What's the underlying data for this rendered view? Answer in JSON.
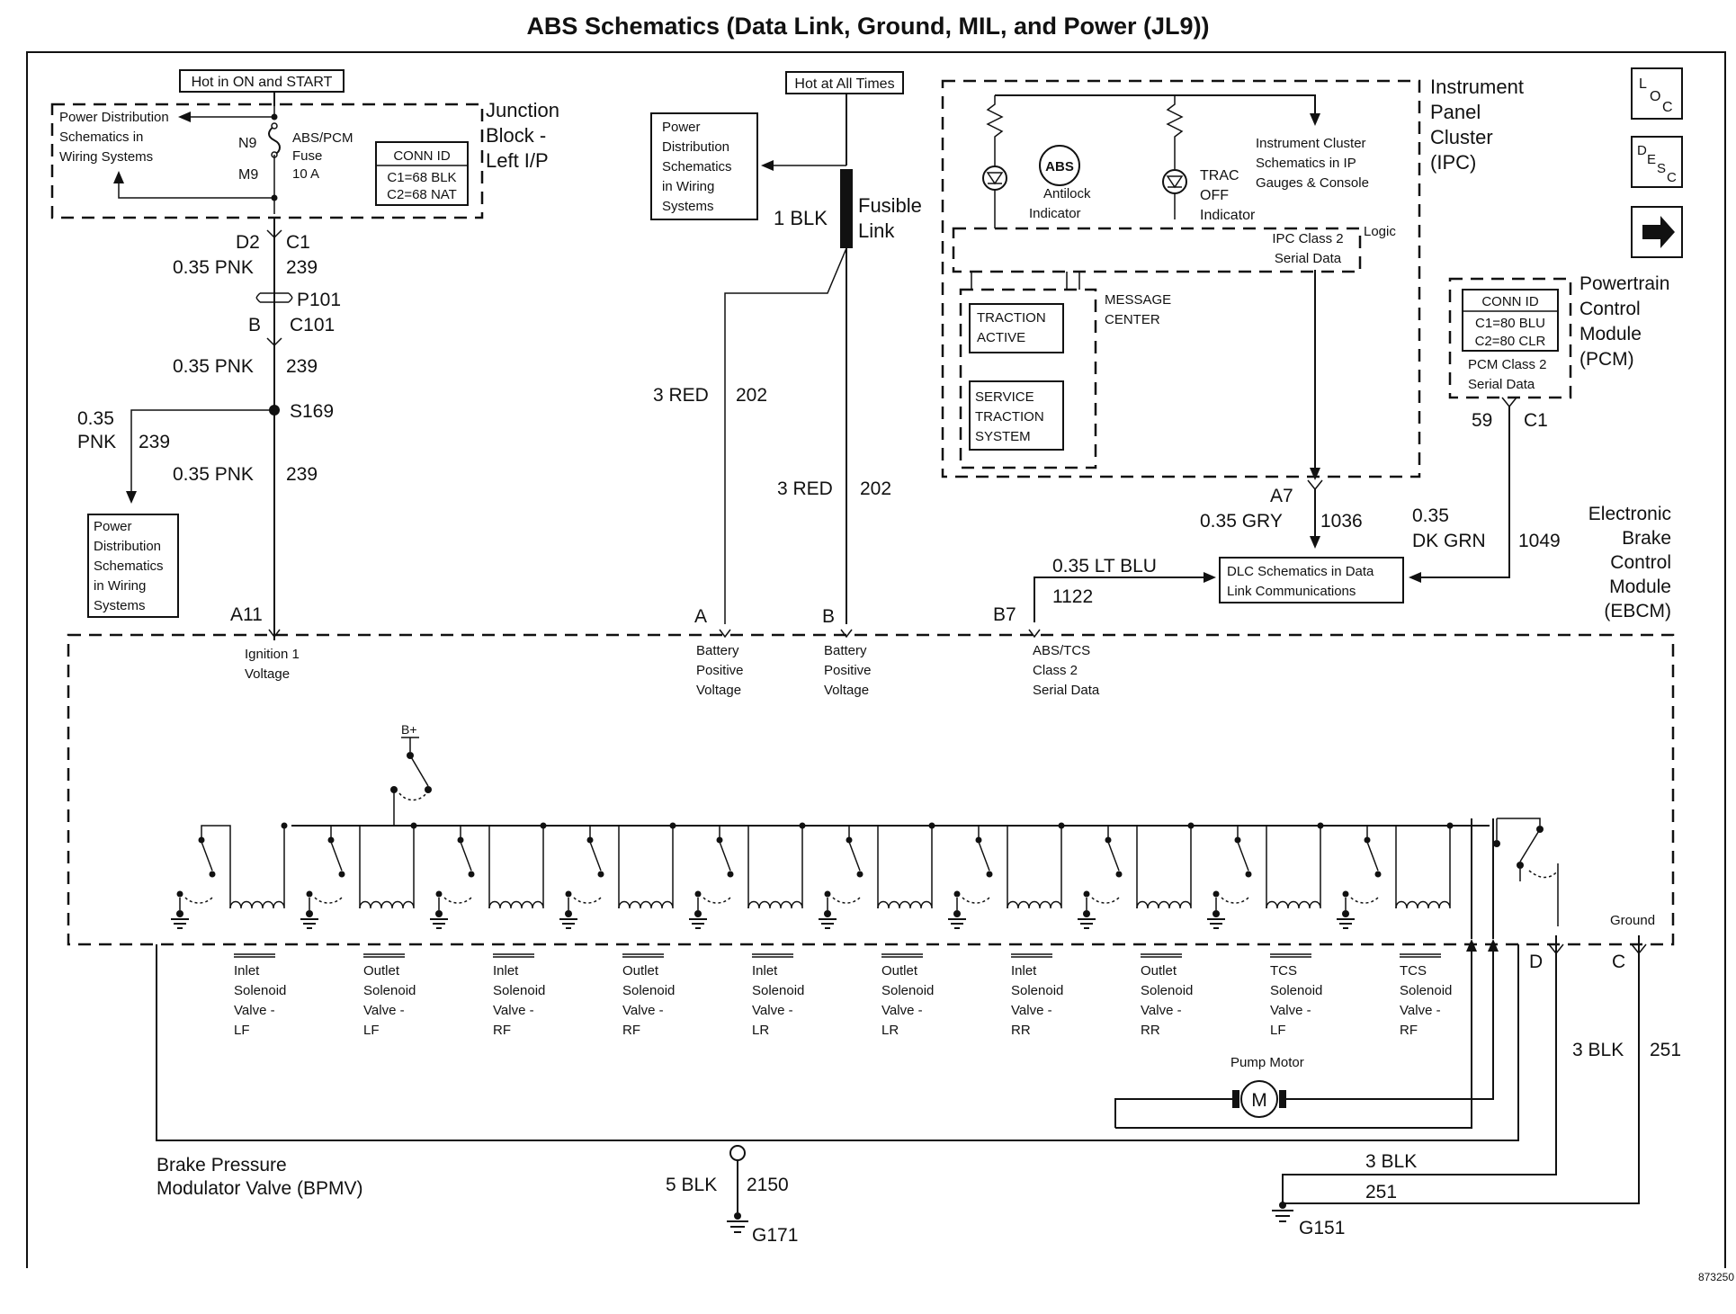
{
  "title": "ABS Schematics (Data Link, Ground, MIL, and Power (JL9))",
  "nav": {
    "loc": "LOC",
    "desc": "DESC",
    "next_icon": "arrow-right-icon"
  },
  "junction_block": {
    "hot_label": "Hot in ON and START",
    "name_line1": "Junction",
    "name_line2": "Block -",
    "name_line3": "Left I/P",
    "pd_line1": "Power Distribution",
    "pd_line2": "Schematics in",
    "pd_line3": "Wiring Systems",
    "pin_n9": "N9",
    "pin_m9": "M9",
    "fuse_line1": "ABS/PCM",
    "fuse_line2": "Fuse",
    "fuse_line3": "10 A",
    "conn_title": "CONN ID",
    "conn_c1": "C1=68 BLK",
    "conn_c2": "C2=68 NAT"
  },
  "left_circuit": {
    "d2": "D2",
    "c1": "C1",
    "wire1": "0.35 PNK",
    "ckt1": "239",
    "p101": "P101",
    "b": "B",
    "c101": "C101",
    "wire2": "0.35 PNK",
    "ckt2": "239",
    "splice": "S169",
    "branch_gauge": "0.35",
    "branch_color": "PNK",
    "branch_ckt": "239",
    "wire3": "0.35 PNK",
    "ckt3": "239",
    "pd_lines": [
      "Power",
      "Distribution",
      "Schematics",
      "in Wiring",
      "Systems"
    ]
  },
  "fusible_link": {
    "hot_label": "Hot at All Times",
    "pd_lines": [
      "Power",
      "Distribution",
      "Schematics",
      "in Wiring",
      "Systems"
    ],
    "wire": "1 BLK",
    "name_line1": "Fusible",
    "name_line2": "Link",
    "left_wire": "3 RED",
    "left_ckt": "202",
    "right_wire": "3 RED",
    "right_ckt": "202"
  },
  "ipc": {
    "name_lines": [
      "Instrument",
      "Panel",
      "Cluster",
      "(IPC)"
    ],
    "abs_symbol": "ABS",
    "antilock_line1": "Antilock",
    "antilock_line2": "Indicator",
    "trac_line1": "TRAC",
    "trac_line2": "OFF",
    "trac_line3": "Indicator",
    "ic_line1": "Instrument Cluster",
    "ic_line2": "Schematics in IP",
    "ic_line3": "Gauges & Console",
    "logic": "Logic",
    "serial_line1": "IPC Class 2",
    "serial_line2": "Serial Data",
    "msg_line1": "MESSAGE",
    "msg_line2": "CENTER",
    "traction_line1": "TRACTION",
    "traction_line2": "ACTIVE",
    "service_line1": "SERVICE",
    "service_line2": "TRACTION",
    "service_line3": "SYSTEM"
  },
  "pcm": {
    "name_lines": [
      "Powertrain",
      "Control",
      "Module",
      "(PCM)"
    ],
    "conn_title": "CONN ID",
    "conn_c1": "C1=80 BLU",
    "conn_c2": "C2=80 CLR",
    "serial_line1": "PCM Class 2",
    "serial_line2": "Serial Data",
    "pin": "59",
    "conn": "C1"
  },
  "data_link": {
    "a7": "A7",
    "gry_wire": "0.35 GRY",
    "gry_ckt": "1036",
    "dkgrn_gauge": "0.35",
    "dkgrn_color": "DK GRN",
    "dkgrn_ckt": "1049",
    "ltblu_wire": "0.35 LT BLU",
    "ltblu_ckt": "1122",
    "dlc_line1": "DLC Schematics in Data",
    "dlc_line2": "Link Communications"
  },
  "ebcm": {
    "name_lines": [
      "Electronic",
      "Brake",
      "Control",
      "Module",
      "(EBCM)"
    ],
    "pins": [
      {
        "pin": "A11",
        "desc": [
          "Ignition 1",
          "Voltage"
        ]
      },
      {
        "pin": "A",
        "desc": [
          "Battery",
          "Positive",
          "Voltage"
        ]
      },
      {
        "pin": "B",
        "desc": [
          "Battery",
          "Positive",
          "Voltage"
        ]
      },
      {
        "pin": "B7",
        "desc": [
          "ABS/TCS",
          "Class 2",
          "Serial Data"
        ]
      }
    ],
    "bplus": "B+",
    "ground": "Ground"
  },
  "bpmv": {
    "name_line1": "Brake Pressure",
    "name_line2": "Modulator Valve (BPMV)",
    "solenoids": [
      [
        "Inlet",
        "Solenoid",
        "Valve -",
        "LF"
      ],
      [
        "Outlet",
        "Solenoid",
        "Valve -",
        "LF"
      ],
      [
        "Inlet",
        "Solenoid",
        "Valve -",
        "RF"
      ],
      [
        "Outlet",
        "Solenoid",
        "Valve -",
        "RF"
      ],
      [
        "Inlet",
        "Solenoid",
        "Valve -",
        "LR"
      ],
      [
        "Outlet",
        "Solenoid",
        "Valve -",
        "LR"
      ],
      [
        "Inlet",
        "Solenoid",
        "Valve -",
        "RR"
      ],
      [
        "Outlet",
        "Solenoid",
        "Valve -",
        "RR"
      ],
      [
        "TCS",
        "Solenoid",
        "Valve -",
        "LF"
      ],
      [
        "TCS",
        "Solenoid",
        "Valve -",
        "RF"
      ]
    ],
    "pump_label": "Pump Motor",
    "motor_symbol": "M"
  },
  "grounds": {
    "bpmv_wire": "5 BLK",
    "bpmv_ckt": "2150",
    "g171": "G171",
    "pin_d": "D",
    "pin_c": "C",
    "c_wire": "3 BLK",
    "c_ckt": "251",
    "d_wire": "3 BLK",
    "d_ckt": "251",
    "g151": "G151"
  },
  "figure_id": "873250"
}
